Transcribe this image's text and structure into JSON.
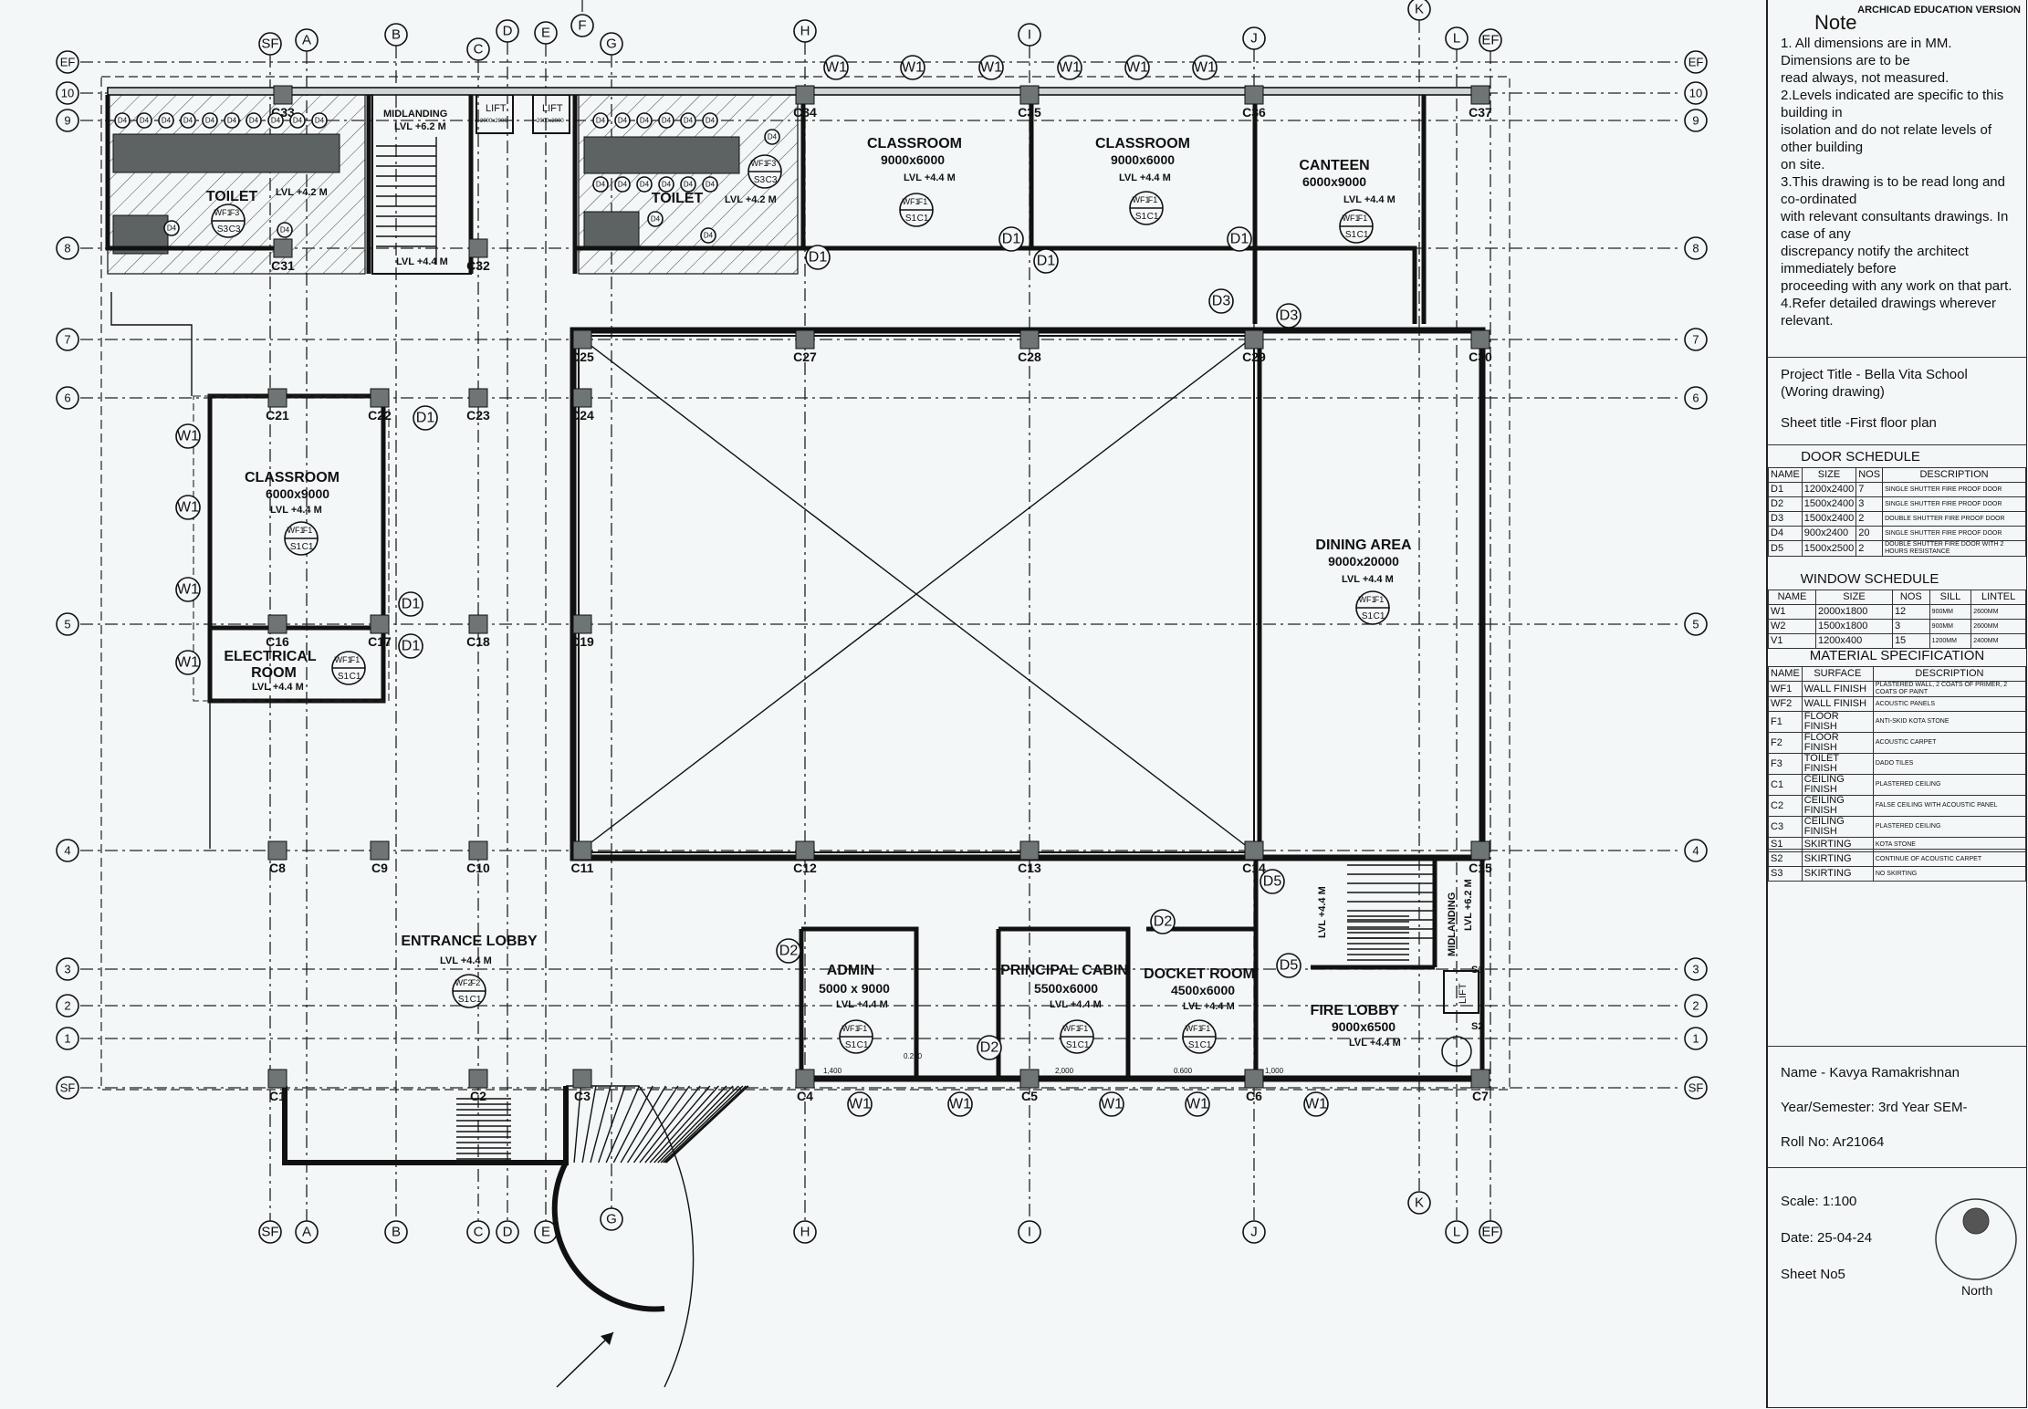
{
  "plan": {
    "grid_top": [
      "SF",
      "A",
      "B",
      "C",
      "D",
      "E",
      "F",
      "G",
      "H",
      "I",
      "J",
      "K",
      "L",
      "EF"
    ],
    "grid_bottom": [
      "SF",
      "A",
      "B",
      "C",
      "D",
      "E",
      "G",
      "H",
      "I",
      "J",
      "K",
      "L",
      "EF"
    ],
    "grid_rows": [
      "EF",
      "10",
      "9",
      "8",
      "7",
      "6",
      "5",
      "4",
      "3",
      "2",
      "1",
      "SF"
    ],
    "rooms": {
      "toilet_left": {
        "name": "TOILET",
        "lvl": "LVL +4.2 M"
      },
      "midlanding_left": {
        "name": "MIDLANDING",
        "lvl": "LVL +6.2 M"
      },
      "lift1": {
        "name": "LIFT",
        "size": "2000x2000"
      },
      "lift2": {
        "name": "LIFT",
        "size": "2000x2000"
      },
      "toilet_right": {
        "name": "TOILET",
        "lvl": "LVL +4.2 M"
      },
      "classroom1": {
        "name": "CLASSROOM",
        "size": "9000x6000",
        "lvl": "LVL +4.4 M"
      },
      "classroom2": {
        "name": "CLASSROOM",
        "size": "9000x6000",
        "lvl": "LVL +4.4 M"
      },
      "canteen": {
        "name": "CANTEEN",
        "size": "6000x9000",
        "lvl": "LVL +4.4 M"
      },
      "classroom3": {
        "name": "CLASSROOM",
        "size": "6000x9000",
        "lvl": "LVL +4.4 M"
      },
      "electrical": {
        "name1": "ELECTRICAL",
        "name2": "ROOM",
        "lvl": "LVL +4.4 M"
      },
      "dining": {
        "name": "DINING AREA",
        "size": "9000x20000",
        "lvl": "LVL +4.4 M"
      },
      "entrance": {
        "name": "ENTRANCE LOBBY",
        "lvl": "LVL +4.4 M"
      },
      "admin": {
        "name": "ADMIN",
        "size": "5000 x 9000",
        "lvl": "LVL +4.4 M"
      },
      "principal": {
        "name": "PRINCIPAL CABIN",
        "size": "5500x6000",
        "lvl": "LVL +4.4 M"
      },
      "docket": {
        "name": "DOCKET ROOM",
        "size": "4500x6000",
        "lvl": "LVL +4.4 M"
      },
      "firelobby": {
        "name": "FIRE LOBBY",
        "size": "9000x6500",
        "lvl": "LVL +4.4 M"
      },
      "midlanding_right": {
        "name": "MIDLANDING",
        "lvl": "LVL +6.2 M"
      },
      "lift_right": {
        "name": "LIFT"
      },
      "fire_lvl": "LVL +4.4 M",
      "lvl8": "LVL +4.4 M"
    },
    "columns": {
      "c33": "C33",
      "c31": "C31",
      "c32": "C32",
      "c34": "C34",
      "c35": "C35",
      "c36": "C36",
      "c37": "C37",
      "c25": "C25",
      "c27": "C27",
      "c28": "C28",
      "c29": "C29",
      "c30": "C30",
      "c21": "C21",
      "c22": "C22",
      "c23": "C23",
      "c24": "C24",
      "c16": "C16",
      "c17": "C17",
      "c18": "C18",
      "c19": "C19",
      "c8": "C8",
      "c9": "C9",
      "c10": "C10",
      "c11": "C11",
      "c12": "C12",
      "c13": "C13",
      "c14": "C14",
      "c15": "C15",
      "c1": "C1",
      "c2": "C2",
      "c3": "C3",
      "c4": "C4",
      "c5": "C5",
      "c6": "C6",
      "c7": "C7",
      "s1": "S1",
      "s2": "S2"
    },
    "tags": {
      "w1": "W1",
      "d1": "D1",
      "d2": "D2",
      "d3": "D3",
      "d4": "D4",
      "d5": "D5",
      "wf1": "WF1",
      "wf2": "WF2",
      "f1": "F1",
      "f2": "F2",
      "f3": "F3",
      "s1": "S1",
      "s3": "S3",
      "c1": "C1",
      "c3": "C3"
    },
    "dims": {
      "d1400": "1,400",
      "d600": "0.600",
      "d200": "0.200",
      "d1000": "1,000",
      "d2000": "2,000"
    }
  },
  "sheet": {
    "note_title": "Note",
    "edu": "ARCHICAD EDUCATION VERSION",
    "notes": "1. All dimensions are in MM.\nDimensions are to be\nread always, not measured.\n2.Levels indicated are specific to this building in\nisolation and do not relate levels of other building\non site.\n3.This drawing is to be read long and co-ordinated\nwith relevant consultants drawings. In case of any\ndiscrepancy notify the architect immediately before\nproceeding with any work on that part.\n4.Refer detailed drawings wherever relevant.",
    "project_title": "Project Title - Bella Vita School",
    "project_sub": "(Woring drawing)",
    "sheet_title": "Sheet title -First floor plan",
    "door_schedule": {
      "title": "DOOR SCHEDULE",
      "headers": [
        "NAME",
        "SIZE",
        "NOS",
        "DESCRIPTION"
      ],
      "rows": [
        [
          "D1",
          "1200x2400",
          "7",
          "SINGLE SHUTTER FIRE PROOF DOOR"
        ],
        [
          "D2",
          "1500x2400",
          "3",
          "SINGLE SHUTTER FIRE PROOF DOOR"
        ],
        [
          "D3",
          "1500x2400",
          "2",
          "DOUBLE SHUTTER FIRE PROOF DOOR"
        ],
        [
          "D4",
          "900x2400",
          "20",
          "SINGLE SHUTTER FIRE PROOF DOOR"
        ],
        [
          "D5",
          "1500x2500",
          "2",
          "DOUBLE SHUTTER FIRE DOOR WITH 2 HOURS RESISTANCE"
        ]
      ]
    },
    "window_schedule": {
      "title": "WINDOW SCHEDULE",
      "headers": [
        "NAME",
        "SIZE",
        "NOS",
        "SILL",
        "LINTEL"
      ],
      "rows": [
        [
          "W1",
          "2000x1800",
          "12",
          "900MM",
          "2600MM"
        ],
        [
          "W2",
          "1500x1800",
          "3",
          "900MM",
          "2600MM"
        ],
        [
          "V1",
          "1200x400",
          "15",
          "1200MM",
          "2400MM"
        ]
      ]
    },
    "material_spec": {
      "title": "MATERIAL SPECIFICATION",
      "headers": [
        "NAME",
        "SURFACE",
        "DESCRIPTION"
      ],
      "rows": [
        [
          "WF1",
          "WALL FINISH",
          "PLASTERED WALL, 2 COATS OF PRIMER, 2 COATS OF PAINT"
        ],
        [
          "WF2",
          "WALL FINISH",
          "ACOUSTIC PANELS"
        ],
        [
          "F1",
          "FLOOR FINISH",
          "ANTI-SKID KOTA STONE"
        ],
        [
          "F2",
          "FLOOR FINISH",
          "ACOUSTIC CARPET"
        ],
        [
          "F3",
          "TOILET FINISH",
          "DADO TILES"
        ],
        [
          "C1",
          "CEILING FINISH",
          "PLASTERED CEILING"
        ],
        [
          "C2",
          "CEILING FINISH",
          "FALSE CEILING WITH ACOUSTIC PANEL"
        ],
        [
          "C3",
          "CEILING FINISH",
          "PLASTERED CEILING"
        ],
        [
          "S1",
          "SKIRTING",
          "KOTA STONE"
        ],
        [
          "S2",
          "SKIRTING",
          "CONTINUE OF ACOUSTIC CARPET"
        ],
        [
          "S3",
          "SKIRTING",
          "NO SKIRTING"
        ]
      ]
    },
    "name": "Name -  Kavya Ramakrishnan",
    "year": "Year/Semester: 3rd Year SEM-",
    "roll": "Roll No: Ar21064",
    "scale": "Scale: 1:100",
    "date": "Date: 25-04-24",
    "sheet_no": "Sheet No5",
    "north": "North"
  }
}
